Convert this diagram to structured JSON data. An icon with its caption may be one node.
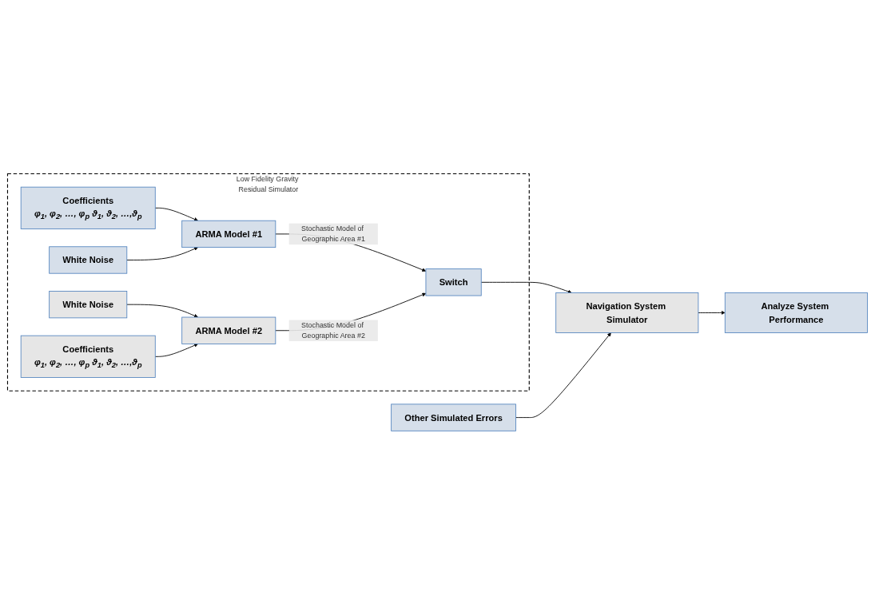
{
  "diagram": {
    "nodes": [
      {
        "text": [
          "Low Fidelity Gravity Residual Simulator"
        ]
      },
      {
        "text": [
          "Coefficients",
          "φ$_{1}$, φ$_{2}$, …, φ$_{p}$ ϑ$_{1}$, ϑ$_{2}$, …,ϑ$_{p}$"
        ],
        "in": 0
      },
      {
        "text": [
          "White Noise"
        ],
        "in": 0
      },
      {
        "text": [
          "ARMA Model #1"
        ],
        "in": 0
      },
      {
        "text": [
          "White Noise"
        ],
        "in": 0
      },
      {
        "text": [
          "ARMA Model #2"
        ],
        "in": 0
      },
      {
        "text": [
          "Coefficients",
          "φ$_{1}$, φ$_{2}$, …, φ$_{p}$ ϑ$_{1}$, ϑ$_{2}$, …,ϑ$_{p}$"
        ],
        "in": 0
      },
      {
        "text": [
          "Switch"
        ],
        "in": 0
      },
      {
        "text": [
          "Other Simulated Errors"
        ]
      },
      {
        "text": [
          "Navigation System Simulator"
        ]
      },
      {
        "text": [
          "Analyze System Performance"
        ]
      }
    ],
    "edges": [
      {
        "from": 1,
        "to": 3,
        "arrow": "to"
      },
      {
        "from": 2,
        "to": 3,
        "arrow": "to"
      },
      {
        "from": 3,
        "to": 7,
        "arrow": "to",
        "label": "Stochastic Model of Geographic Area #1"
      },
      {
        "from": 4,
        "to": 5,
        "arrow": "to"
      },
      {
        "from": 6,
        "to": 5,
        "arrow": "to"
      },
      {
        "from": 5,
        "to": 7,
        "arrow": "to",
        "label": "Stochastic Model of Geographic Area #2"
      },
      {
        "from": 7,
        "to": 9,
        "arrow": "to"
      },
      {
        "from": 8,
        "to": 9,
        "arrow": "to"
      },
      {
        "from": 9,
        "to": 10,
        "arrow": "to"
      }
    ]
  }
}
